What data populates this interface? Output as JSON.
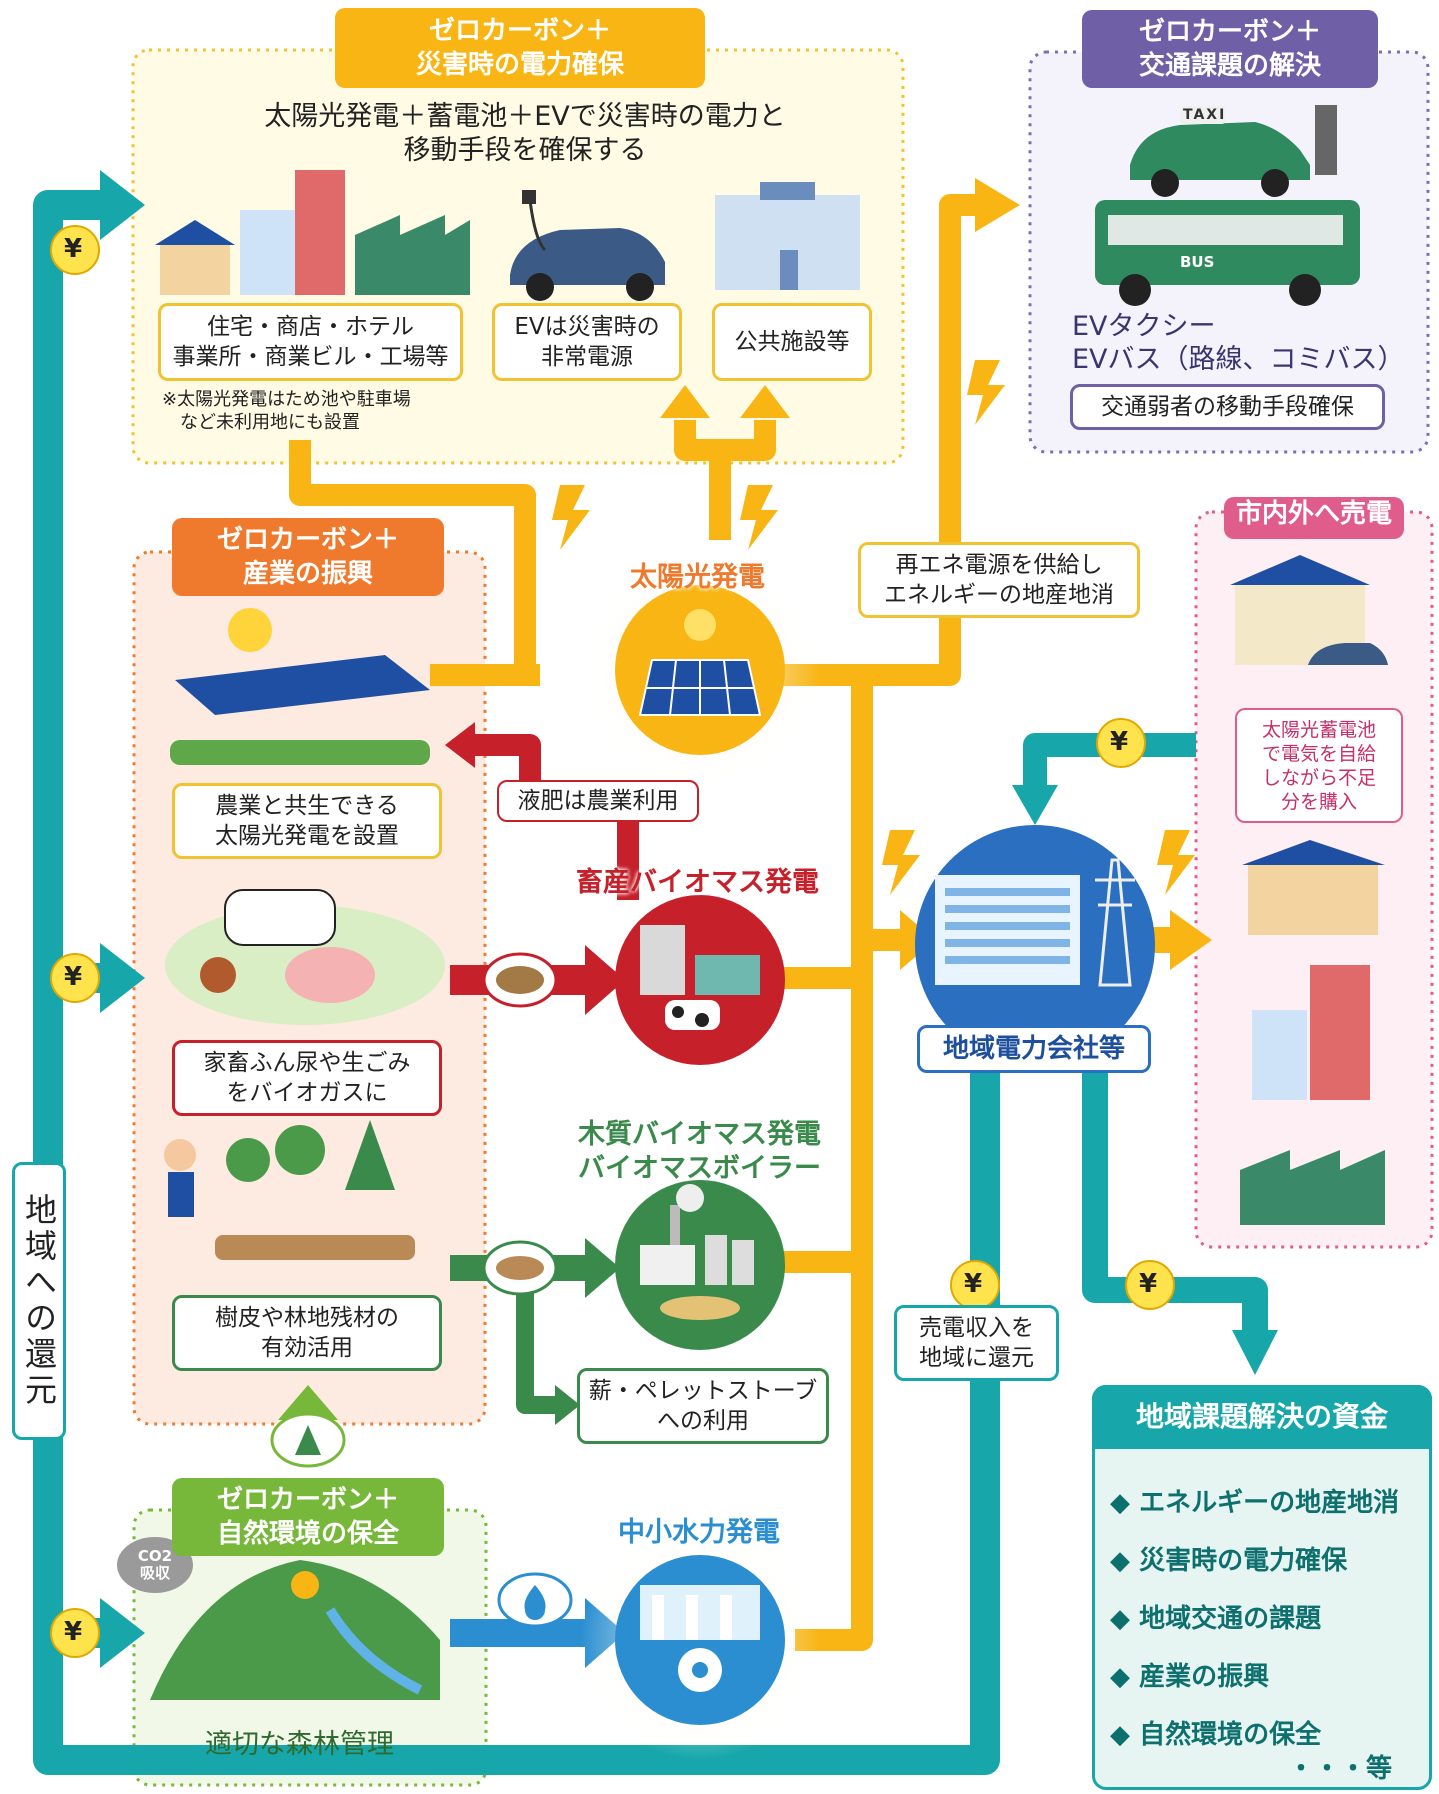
{
  "panels": {
    "disaster": {
      "header": "ゼロカーボン＋\n災害時の電力確保",
      "description": "太陽光発電＋蓄電池＋EVで災害時の電力と\n移動手段を確保する",
      "box_buildings": "住宅・商店・ホテル\n事業所・商業ビル・工場等",
      "box_ev": "EVは災害時の\n非常電源",
      "box_public": "公共施設等",
      "note": "※太陽光発電はため池や駐車場\n　など未利用地にも設置"
    },
    "transport": {
      "header": "ゼロカーボン＋\n交通課題の解決",
      "taxi_sign": "TAXI",
      "bus_sign": "BUS",
      "description": "EVタクシー\nEVバス（路線、コミバス）",
      "box": "交通弱者の移動手段確保"
    },
    "industry": {
      "header": "ゼロカーボン＋\n産業の振興",
      "box_agri": "農業と共生できる\n太陽光発電を設置",
      "box_livestock": "家畜ふん尿や生ごみ\nをバイオガスに",
      "box_forest": "樹皮や林地残材の\n有効活用"
    },
    "nature": {
      "header": "ゼロカーボン＋\n自然環境の保全",
      "co2": "CO2\n吸収",
      "caption": "適切な森林管理"
    },
    "sell": {
      "header": "市内外へ売電",
      "box": "太陽光蓄電池\nで電気を自給\nしながら不足\n分を購入"
    },
    "fund": {
      "header": "地域課題解決の資金",
      "items": [
        "エネルギーの地産地消",
        "災害時の電力確保",
        "地域交通の課題",
        "産業の振興",
        "自然環境の保全"
      ],
      "ending": "・・・等",
      "bullet": "◆"
    }
  },
  "sources": {
    "solar": "太陽光発電",
    "livestock": "畜産バイオマス発電",
    "wood_1": "木質バイオマス発電",
    "wood_2": "バイオマスボイラー",
    "hydro": "中小水力発電"
  },
  "callouts": {
    "supply": "再エネ電源を供給し\nエネルギーの地産地消",
    "liquid_fertilizer": "液肥は農業利用",
    "stove": "薪・ペレットストーブ\nへの利用",
    "revenue": "売電収入を\n地域に還元"
  },
  "company": "地域電力会社等",
  "return_label": "地域への還元",
  "yen_symbol": "¥",
  "colors": {
    "yellow": "#f8b514",
    "teal": "#17a7aa",
    "orange": "#ef7a2e",
    "red": "#c6202b",
    "green": "#3a8a4c",
    "lightgreen": "#77b83a",
    "purple": "#6e5fa6",
    "pink": "#e05d8b",
    "blue": "#2a8ed1"
  }
}
